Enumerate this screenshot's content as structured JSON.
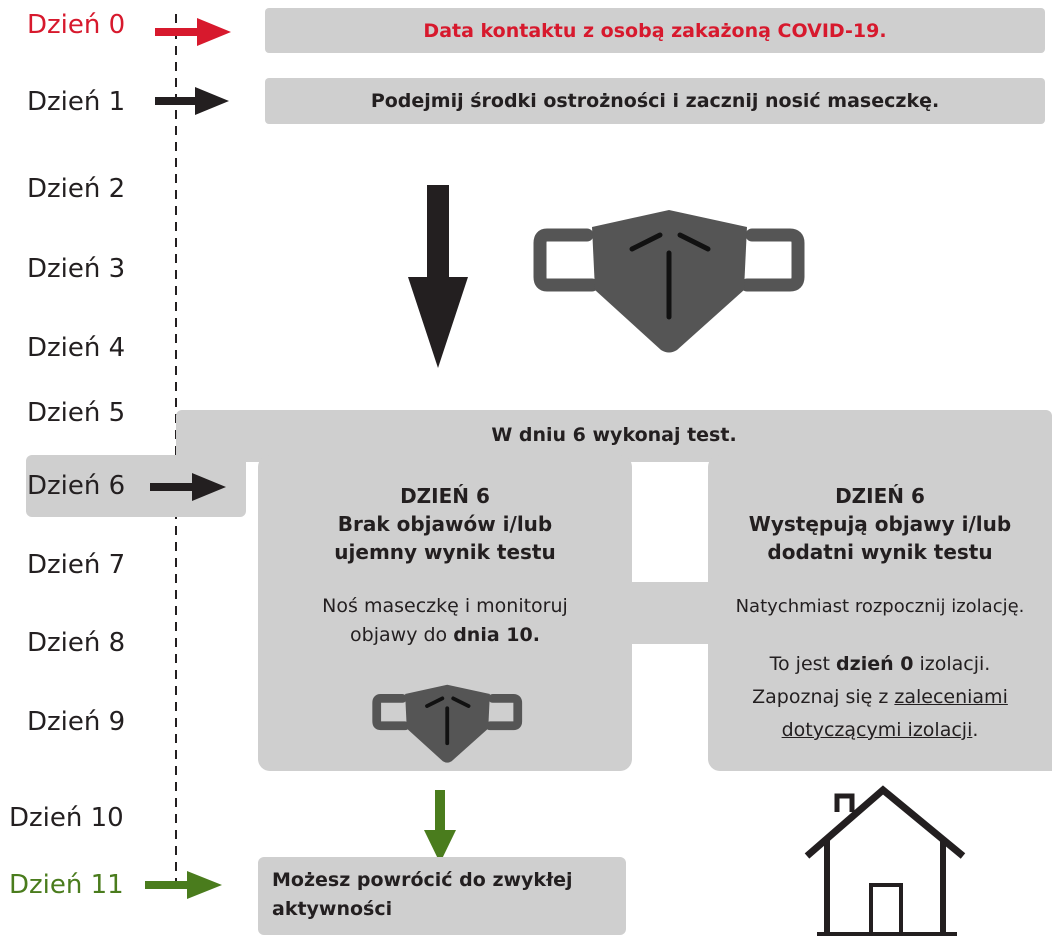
{
  "days": [
    "Dzień 0",
    "Dzień 1",
    "Dzień 2",
    "Dzień 3",
    "Dzień 4",
    "Dzień 5",
    "Dzień 6",
    "Dzień 7",
    "Dzień 8",
    "Dzień 9",
    "Dzień 10",
    "Dzień 11"
  ],
  "banners": {
    "day0": "Data kontaktu z osobą zakażoną COVID-19.",
    "day1": "Podejmij środki ostrożności i zacznij nosić maseczkę.",
    "day6": "W dniu 6 wykonaj test."
  },
  "left_panel": {
    "title1": "DZIEŃ 6",
    "title2": "Brak objawów i/lub",
    "title3": "ujemny wynik testu",
    "text1": "Noś maseczkę i monitoruj",
    "text2a": "objawy do ",
    "text2b": "dnia 10."
  },
  "right_panel": {
    "title1": "DZIEŃ 6",
    "title2": "Występują objawy i/lub",
    "title3": "dodatni wynik testu",
    "text1": "Natychmiast rozpocznij izolację.",
    "text2a": "To jest ",
    "text2b": "dzień 0",
    "text2c": " izolacji.",
    "text3a": "Zapoznaj się z ",
    "text3b": "zaleceniami",
    "text4a": "dotyczącymi izolacji",
    "text4b": "."
  },
  "final": {
    "line1": "Możesz powrócić do zwykłej",
    "line2": "aktywności"
  },
  "colors": {
    "red": "#d7192d",
    "green": "#4a7c1d",
    "dark": "#231f20",
    "gray_box": "#cfcfcf",
    "mask": "#555555"
  },
  "icons": [
    "arrow-right-icon",
    "arrow-down-icon",
    "face-mask-icon",
    "house-icon"
  ]
}
